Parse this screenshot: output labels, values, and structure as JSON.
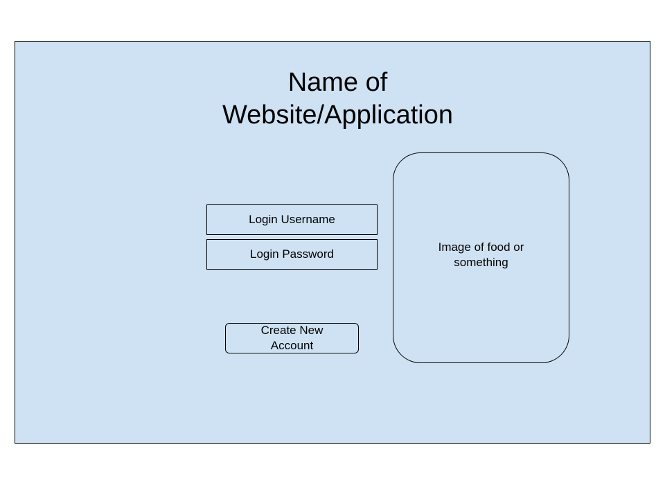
{
  "app": {
    "title_line1": "Name of",
    "title_line2": "Website/Application"
  },
  "login": {
    "username_label": "Login Username",
    "password_label": "Login Password"
  },
  "actions": {
    "create_account_label": "Create New Account"
  },
  "image_placeholder": {
    "label": "Image of food or something"
  },
  "colors": {
    "background": "#cfe2f3",
    "border": "#000000"
  }
}
